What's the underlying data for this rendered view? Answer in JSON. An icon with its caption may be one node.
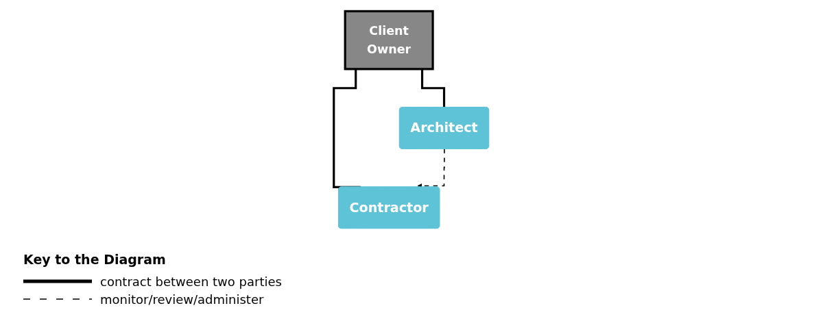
{
  "diagram": {
    "nodes": [
      {
        "text": [
          "Client",
          "Owner"
        ]
      },
      {
        "text": [
          "Architect"
        ]
      },
      {
        "text": [
          "Contractor"
        ]
      }
    ],
    "edges": [
      {
        "from": 0,
        "to": 1,
        "arrow": "none"
      },
      {
        "from": 0,
        "to": 2,
        "arrow": "none"
      },
      {
        "from": 1,
        "to": 2,
        "arrow": "to",
        "style": "dashed"
      }
    ],
    "labels": [
      "Key to the Diagram"
    ],
    "legend": [
      {
        "text": "contract between two parties"
      },
      {
        "text": "monitor/review/administer"
      }
    ]
  }
}
